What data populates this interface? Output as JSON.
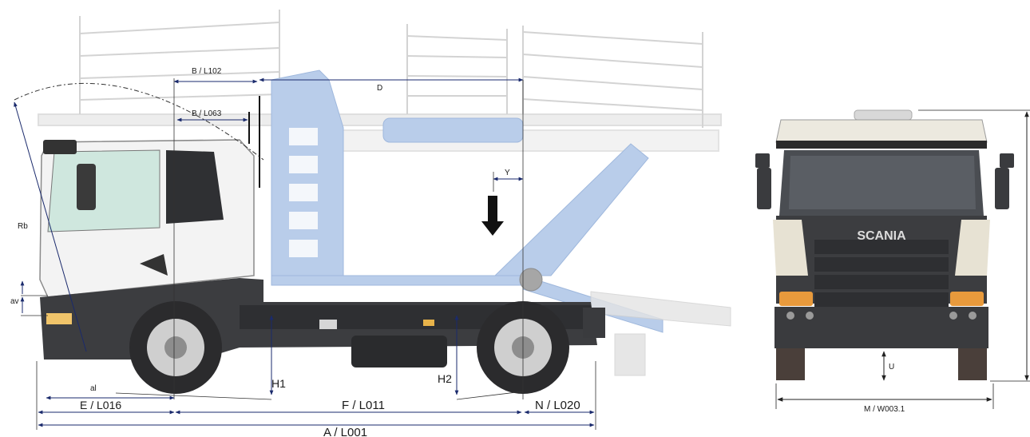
{
  "diagram": {
    "side_view": {
      "labels": {
        "b_l102": "B / L102",
        "b_l063": "B / L063",
        "d": "D",
        "y": "Y",
        "rb": "Rb",
        "av": "av",
        "al": "al",
        "h1": "H1",
        "h2": "H2",
        "e_l016": "E / L016",
        "f_l011": "F / L011",
        "n_l020": "N / L020",
        "a_l001": "A / L001"
      }
    },
    "front_view": {
      "brand": "SCANIA",
      "labels": {
        "u": "U",
        "m_w003": "M / W003.1"
      }
    },
    "colors": {
      "cab_grey": "#3c3d40",
      "cab_light": "#f2f2f2",
      "body_blue": "#b9cdea",
      "rack_grey": "#e6e6e6",
      "dimension_line": "#222222"
    }
  }
}
